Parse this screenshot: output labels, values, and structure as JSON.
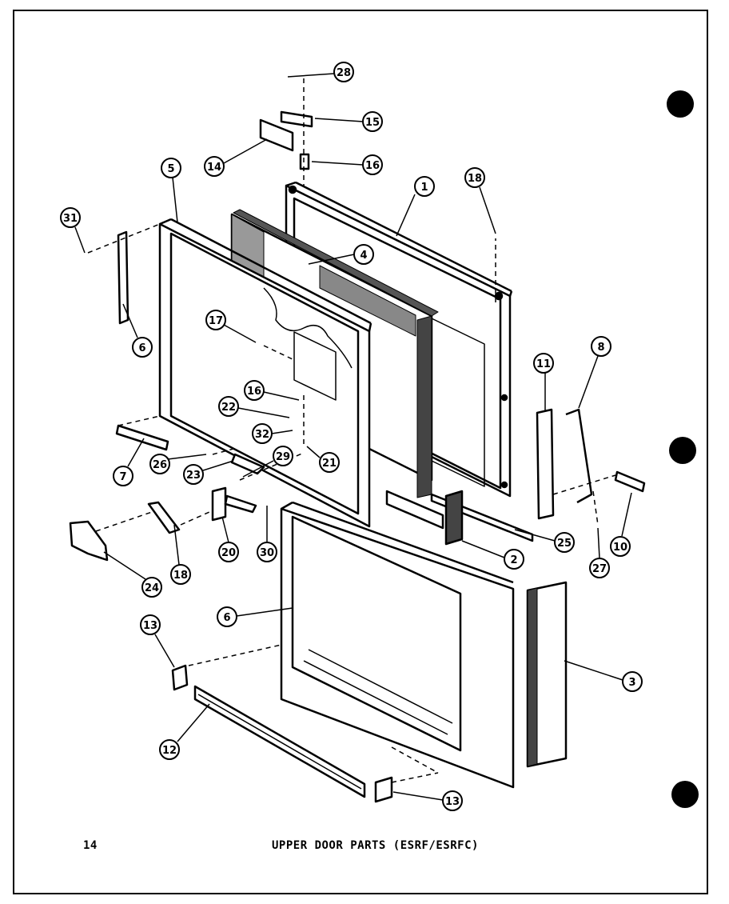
{
  "page_number": "14",
  "title": "UPPER DOOR PARTS (ESRF/ESRFC)",
  "callouts": {
    "c1": "1",
    "c2": "2",
    "c3": "3",
    "c4": "4",
    "c5": "5",
    "c6a": "6",
    "c6b": "6",
    "c7": "7",
    "c8": "8",
    "c10": "10",
    "c11": "11",
    "c12": "12",
    "c13a": "13",
    "c13b": "13",
    "c14": "14",
    "c15": "15",
    "c16a": "16",
    "c16b": "16",
    "c17": "17",
    "c18a": "18",
    "c18b": "18",
    "c20": "20",
    "c21": "21",
    "c22": "22",
    "c23": "23",
    "c24": "24",
    "c25": "25",
    "c26": "26",
    "c27": "27",
    "c28": "28",
    "c29": "29",
    "c30": "30",
    "c31": "31",
    "c32": "32"
  }
}
